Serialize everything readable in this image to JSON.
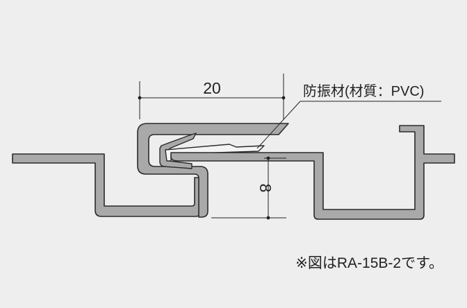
{
  "diagram": {
    "dimension_width": "20",
    "dimension_height": "8",
    "material_label": "防振材(材質：PVC)",
    "footnote": "※図はRA-15B-2です。"
  },
  "colors": {
    "background": "#eeeeee",
    "profile_fill": "#a9a9a9",
    "profile_stroke": "#2a2a2a",
    "line": "#222222"
  }
}
